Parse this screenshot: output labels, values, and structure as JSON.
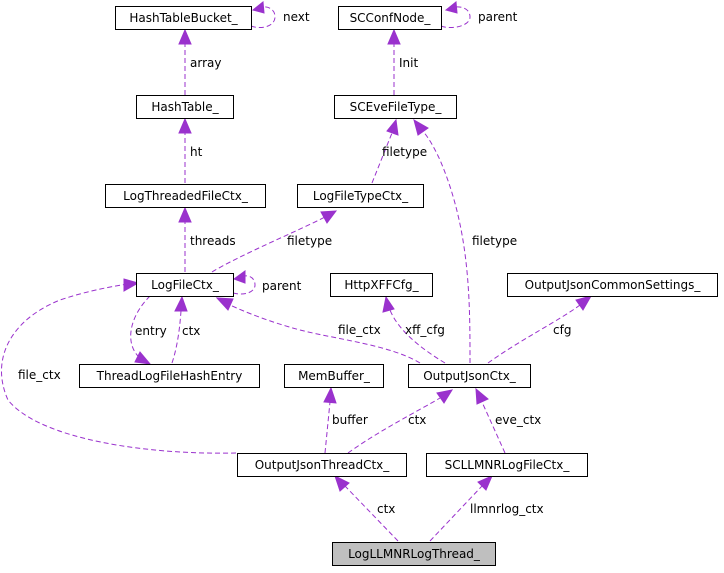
{
  "nodes": {
    "hash_table_bucket": "HashTableBucket_",
    "sc_conf_node": "SCConfNode_",
    "hash_table": "HashTable_",
    "sc_eve_file_type": "SCEveFileType_",
    "log_threaded_file_ctx": "LogThreadedFileCtx_",
    "log_file_type_ctx": "LogFileTypeCtx_",
    "log_file_ctx": "LogFileCtx_",
    "http_xff_cfg": "HttpXFFCfg_",
    "output_json_common_settings": "OutputJsonCommonSettings_",
    "thread_log_file_hash_entry": "ThreadLogFileHashEntry",
    "mem_buffer": "MemBuffer_",
    "output_json_ctx": "OutputJsonCtx_",
    "output_json_thread_ctx": "OutputJsonThreadCtx_",
    "scllmnr_log_file_ctx": "SCLLMNRLogFileCtx_",
    "log_llmnr_log_thread": "LogLLMNRLogThread_"
  },
  "edges": {
    "bucket_next": "next",
    "conf_parent": "parent",
    "array": "array",
    "init": "Init",
    "ht": "ht",
    "filetype_eve": "filetype",
    "threads": "threads",
    "filetype_typectx": "filetype",
    "filetype_json": "filetype",
    "logfile_parent": "parent",
    "entry": "entry",
    "ctx_entry": "ctx",
    "file_ctx_json": "file_ctx",
    "xff_cfg": "xff_cfg",
    "cfg": "cfg",
    "file_ctx_thread": "file_ctx",
    "buffer": "buffer",
    "ctx_thread": "ctx",
    "eve_ctx": "eve_ctx",
    "ctx_llmnr": "ctx",
    "llmnrlog_ctx": "llmnrlog_ctx"
  },
  "colors": {
    "edge": "#9a32cd",
    "focus_node_fill": "#bfbfbf",
    "node_fill": "#ffffff",
    "node_border": "#000000"
  }
}
